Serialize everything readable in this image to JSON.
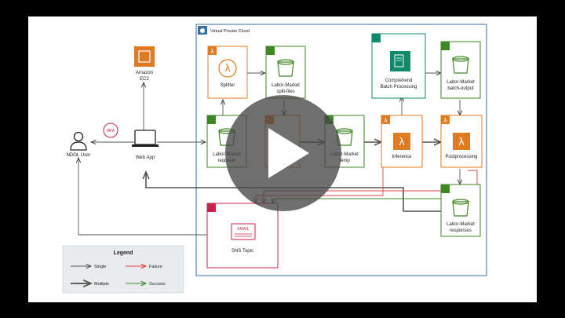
{
  "diagram": {
    "vpc_label": "Virtual Private Cloud",
    "nodes": {
      "ec2": [
        "Amazon",
        "EC2"
      ],
      "mfa": "MFA",
      "user": "NDOL User",
      "webapp": "Web App",
      "splitter": "Splitter",
      "split_files": [
        "Labor-Market",
        "split-files"
      ],
      "requests": [
        "Labor-Market",
        "requests"
      ],
      "comprehend": [
        "Comprehend",
        "Batch Processing"
      ],
      "batch_output": [
        "Labor-Market",
        "batch-output"
      ],
      "temp": [
        "Labor-Market",
        "temp"
      ],
      "inference": "Inference",
      "postprocessing": "Postprocessing",
      "responses": [
        "Labor-Market",
        "responses"
      ],
      "sns": "SNS Topic",
      "email": "EMAIL"
    },
    "legend": {
      "title": "Legend",
      "single": "Single",
      "failure": "Failure",
      "multiple": "Multiple",
      "success": "Success"
    }
  },
  "colors": {
    "compute": "#e07b21",
    "storage": "#3f8624",
    "integration": "#c7254e",
    "ml": "#0f8a6c",
    "vpc": "#3b6ea5",
    "failure": "#d9423f",
    "success": "#3f8624"
  },
  "video": {
    "play_icon": "play-icon"
  }
}
